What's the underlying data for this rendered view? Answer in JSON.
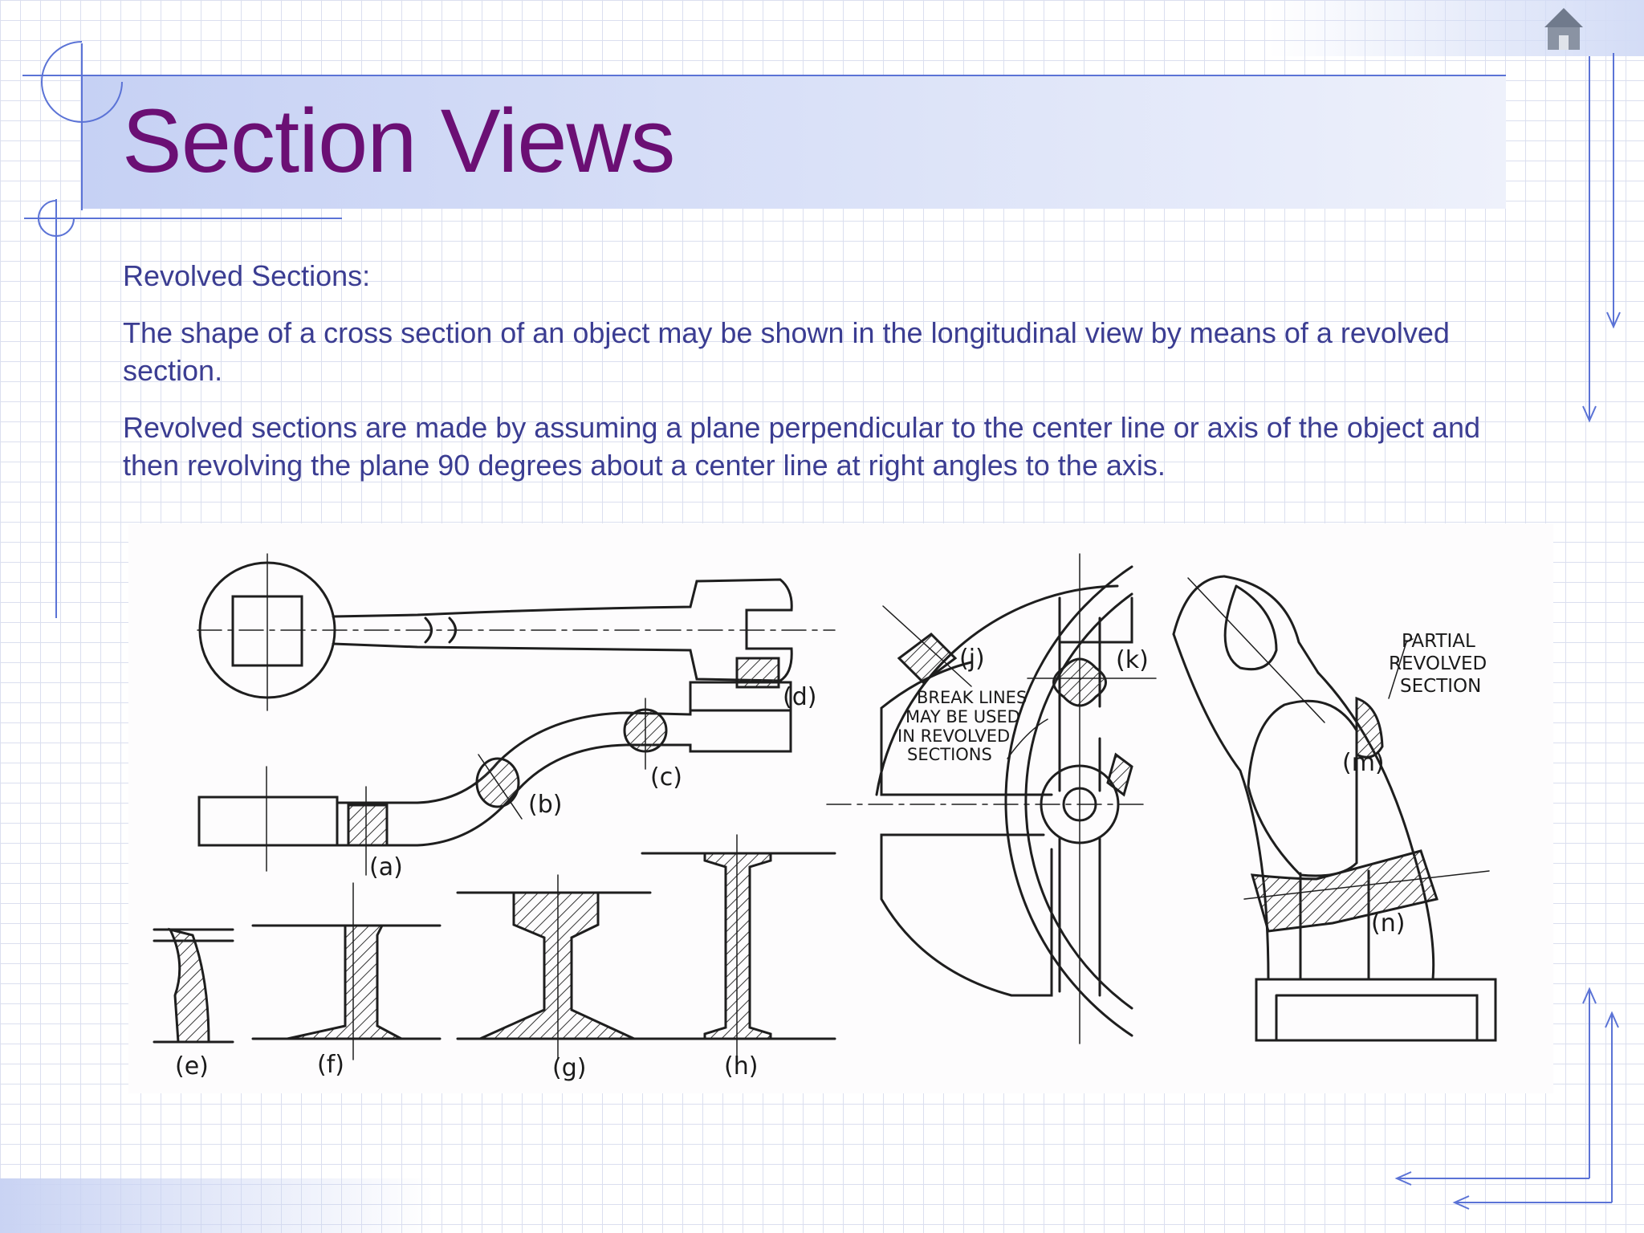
{
  "slide": {
    "title": "Section Views",
    "paragraphs": [
      "Revolved Sections:",
      "The shape of a cross section of an object may be shown in the longitudinal view by means of a revolved section.",
      "Revolved sections are made by assuming a plane perpendicular to the center line or axis of the object and then revolving the plane 90 degrees about a center line at right angles to the axis."
    ]
  },
  "nav": {
    "home_icon": "home-icon"
  },
  "figure": {
    "labels": {
      "a": "(a)",
      "b": "(b)",
      "c": "(c)",
      "d": "(d)",
      "e": "(e)",
      "f": "(f)",
      "g": "(g)",
      "h": "(h)",
      "j": "(j)",
      "k": "(k)",
      "m": "(m)",
      "n": "(n)"
    },
    "break_note": [
      "BREAK LINES",
      "MAY BE USED",
      "IN REVOLVED",
      "SECTIONS"
    ],
    "partial_note": [
      "PARTIAL",
      "REVOLVED",
      "SECTION"
    ]
  },
  "colors": {
    "title": "#6b0f74",
    "body_text": "#3b3d92",
    "accent_line": "#5b73d6",
    "band": "#c6d1f4"
  }
}
